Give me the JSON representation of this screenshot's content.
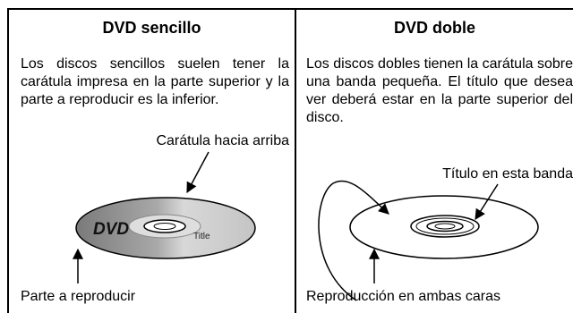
{
  "left": {
    "title": "DVD sencillo",
    "description": "Los discos sencillos suelen tener la carátula impresa en la parte superior y la parte a reproducir es la inferior.",
    "top_label": "Carátula hacia arriba",
    "bottom_label": "Parte a reproducir",
    "disc_logo": "DVD",
    "disc_title": "Title"
  },
  "right": {
    "title": "DVD doble",
    "description": "Los discos dobles tienen la carátula sobre una banda pequeña. El título que desea ver deberá estar en la parte superior del disco.",
    "top_label": "Título en esta banda",
    "bottom_label": "Reproducción en ambas caras"
  }
}
